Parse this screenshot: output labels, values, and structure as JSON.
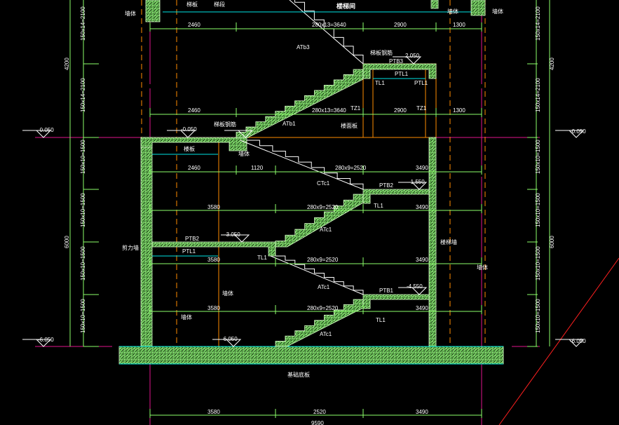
{
  "colors": {
    "background": "#000000",
    "dimension": "#8cff6a",
    "axis": "#e0148c",
    "outline": "#ff8c00",
    "concrete": "#6cbf5a",
    "slab_edge": "#00e5e5",
    "cut_line": "#ff2020"
  },
  "top": {
    "labels": {
      "wall_left": "墙体",
      "slab_a": "梯板",
      "slab_b": "梯段",
      "room": "楼梯间",
      "wall_right_a": "墙体",
      "wall_right_b": "墙体"
    },
    "dims_row1": [
      "2460",
      "280x13=3640",
      "2900",
      "1300"
    ],
    "dims_row2": [
      "2460",
      "280x13=3640",
      "2900",
      "1300"
    ],
    "flight_upper": "ATb3",
    "flight_lower": "ATb1",
    "rebar_note_1": "梯板钢筋",
    "rebar_note_2": "梯板钢筋",
    "landing": "PTB3",
    "landing_level": "2.050",
    "landing_beam": "PTL1",
    "beam_left": "TL1",
    "beam_right": "PTL1",
    "column_left": "TZ1",
    "column_right": "TZ1",
    "floor_level": "-0.050",
    "floor_slab": "楼面板"
  },
  "levels": {
    "left_top": "-0.050",
    "right_top": "-0.050",
    "left_bottom": "-6.050",
    "right_bottom": "-6.050"
  },
  "vertical_dims": {
    "left": [
      "150x14=2100",
      "150x14=2100",
      "150x10=1500",
      "150x10=1500",
      "150x10=1500",
      "150x10=1500"
    ],
    "right": [
      "150x14=2100",
      "150x14=2100",
      "150x10=1500",
      "150x10=1500",
      "150x10=1500",
      "150x10=1500"
    ],
    "total_upper": "4200",
    "total_lower": "6000"
  },
  "lower": {
    "slab_label": "楼板",
    "slab_edge_label": "墙体",
    "row1": [
      "2460",
      "1120",
      "280x9=2520",
      "3490"
    ],
    "row2": [
      "3580",
      "280x9=2520",
      "3490"
    ],
    "row3": [
      "3580",
      "280x9=2520",
      "3490"
    ],
    "row4": [
      "3580",
      "280x9=2520",
      "3490"
    ],
    "flight_c": "CTc1",
    "landing_2": "PTB2",
    "landing_2_level": "-1.550",
    "beam_1": "TL1",
    "flight_mid": "ATc1",
    "landing_mid": "PTB2",
    "landing_mid_level": "-3.050",
    "landing_mid_beam": "PTL1",
    "beam_2": "TL1",
    "wall_left": "剪力墙",
    "wall_right": "楼梯墙",
    "wall_outer": "墙体",
    "flight_low_upper": "ATc1",
    "landing_1": "PTB1",
    "landing_1_level": "-4.550",
    "beam_3": "TL1",
    "flight_low": "ATc1",
    "note_a": "墙体",
    "note_b": "墙体",
    "base_level": "-6.050",
    "base_slab": "基础底板"
  },
  "bottom_dims": [
    "3580",
    "2520",
    "3490"
  ],
  "bottom_total": "9590"
}
